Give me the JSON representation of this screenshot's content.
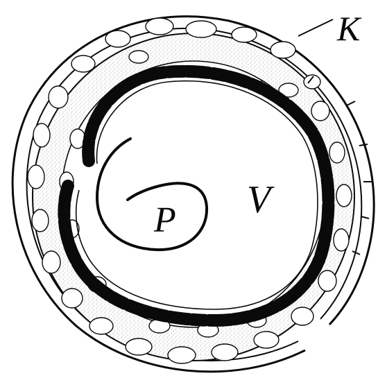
{
  "labels": {
    "k": "K",
    "p": "P",
    "v": "V"
  },
  "colors": {
    "ink": "#0a0a0a",
    "stipple": "#8a8a8a",
    "paper": "#ffffff"
  }
}
